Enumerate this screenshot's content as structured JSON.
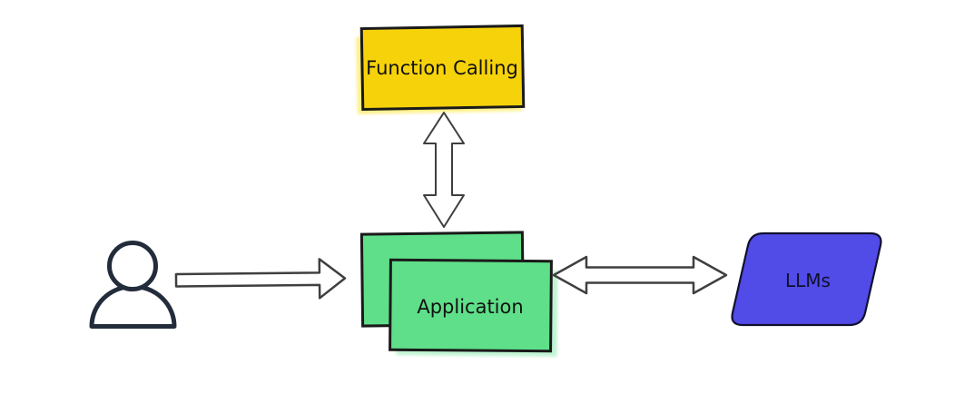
{
  "diagram": {
    "nodes": {
      "function_calling": {
        "label": "Function Calling",
        "shape": "rectangle"
      },
      "application": {
        "label": "Application",
        "shape": "stacked-rectangles"
      },
      "llms": {
        "label": "LLMs",
        "shape": "parallelogram"
      },
      "user": {
        "icon": "user-icon"
      }
    },
    "connections": [
      {
        "from": "user",
        "to": "application",
        "direction": "one-way"
      },
      {
        "from": "application",
        "to": "function_calling",
        "direction": "two-way"
      },
      {
        "from": "application",
        "to": "llms",
        "direction": "two-way"
      }
    ],
    "colors": {
      "background": "#ffffff",
      "function_calling_fill": "#f6d20a",
      "function_calling_glow": "#ffe42a",
      "application_fill": "#5fdf89",
      "application_glow": "#8ceaae",
      "llms_fill": "#514be8",
      "box_border": "#1a1a1a",
      "llms_border": "#11112e",
      "arrow_fill": "#ffffff",
      "arrow_border": "#3f3f3f",
      "user_icon_stroke": "#232c3b",
      "text": "#111111"
    }
  }
}
